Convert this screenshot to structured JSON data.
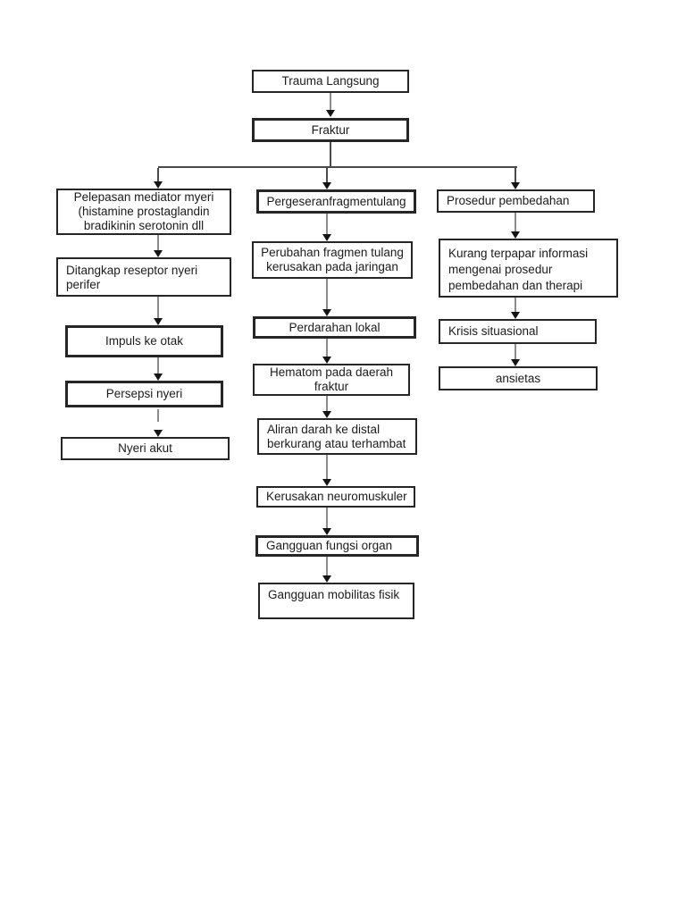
{
  "page": {
    "background": "#ffffff"
  },
  "colors": {
    "box_border": "#262626",
    "text": "#1c1c1c",
    "connector_gray": "#8c8c8c",
    "connector_dark": "#4a4a4a",
    "arrowhead": "#141414"
  },
  "diagram": {
    "type": "flowchart",
    "nodes": {
      "trauma": {
        "label": "Trauma Langsung"
      },
      "fraktur": {
        "label": "Fraktur"
      },
      "pelepasan": {
        "lines": [
          "Pelepasan mediator myeri",
          "(histamine prostaglandin",
          "bradikinin serotonin dll"
        ]
      },
      "ditangkap": {
        "lines": [
          "Ditangkap reseptor nyeri",
          "perifer"
        ]
      },
      "impuls": {
        "label": "Impuls ke otak"
      },
      "persepsi": {
        "label": "Persepsi nyeri"
      },
      "nyeri_akut": {
        "label": "Nyeri akut"
      },
      "pergeseran": {
        "label": "Pergeseranfragmentulang"
      },
      "perubahan": {
        "lines": [
          "Perubahan fragmen tulang",
          "kerusakan pada jaringan"
        ],
        "clipped_marks": "· ·    · · ·  · ·"
      },
      "perdarahan": {
        "label": "Perdarahan lokal"
      },
      "hematom": {
        "lines": [
          "Hematom pada daerah",
          "fraktur"
        ]
      },
      "aliran": {
        "lines": [
          "Aliran darah ke distal",
          "berkurang atau terhambat"
        ]
      },
      "kerusakan": {
        "label": "Kerusakan neuromuskuler"
      },
      "gangguan_fungsi": {
        "label": "Gangguan fungsi organ",
        "clipped_marks": "· · ·"
      },
      "gangguan_mobilitas": {
        "label": "Gangguan mobilitas fisik"
      },
      "prosedur": {
        "label": "Prosedur pembedahan"
      },
      "kurang": {
        "lines": [
          "Kurang terpapar informasi",
          "mengenai prosedur",
          "pembedahan dan therapi"
        ]
      },
      "krisis": {
        "label": "Krisis situasional"
      },
      "ansietas": {
        "label": "ansietas"
      }
    },
    "edges": [
      {
        "from": "Trauma Langsung",
        "to": "Fraktur"
      },
      {
        "from": "Fraktur",
        "to": "Pelepasan mediator myeri (histamine prostaglandin bradikinin serotonin dll"
      },
      {
        "from": "Fraktur",
        "to": "Pergeseranfragmentulang"
      },
      {
        "from": "Fraktur",
        "to": "Prosedur pembedahan"
      },
      {
        "from": "Pelepasan mediator myeri",
        "to": "Ditangkap reseptor nyeri perifer"
      },
      {
        "from": "Ditangkap reseptor nyeri perifer",
        "to": "Impuls ke otak"
      },
      {
        "from": "Impuls ke otak",
        "to": "Persepsi nyeri"
      },
      {
        "from": "Persepsi nyeri",
        "to": "Nyeri akut"
      },
      {
        "from": "Pergeseranfragmentulang",
        "to": "Perubahan fragmen tulang kerusakan pada jaringan"
      },
      {
        "from": "Perubahan fragmen tulang kerusakan pada jaringan",
        "to": "Perdarahan lokal"
      },
      {
        "from": "Perdarahan lokal",
        "to": "Hematom pada daerah fraktur"
      },
      {
        "from": "Hematom pada daerah fraktur",
        "to": "Aliran darah ke distal berkurang atau terhambat"
      },
      {
        "from": "Aliran darah ke distal berkurang atau terhambat",
        "to": "Kerusakan neuromuskuler"
      },
      {
        "from": "Kerusakan neuromuskuler",
        "to": "Gangguan fungsi organ"
      },
      {
        "from": "Gangguan fungsi organ",
        "to": "Gangguan mobilitas fisik"
      },
      {
        "from": "Prosedur pembedahan",
        "to": "Kurang terpapar informasi mengenai prosedur pembedahan dan therapi"
      },
      {
        "from": "Kurang terpapar informasi mengenai prosedur pembedahan dan therapi",
        "to": "Krisis situasional"
      },
      {
        "from": "Krisis situasional",
        "to": "ansietas"
      }
    ]
  }
}
